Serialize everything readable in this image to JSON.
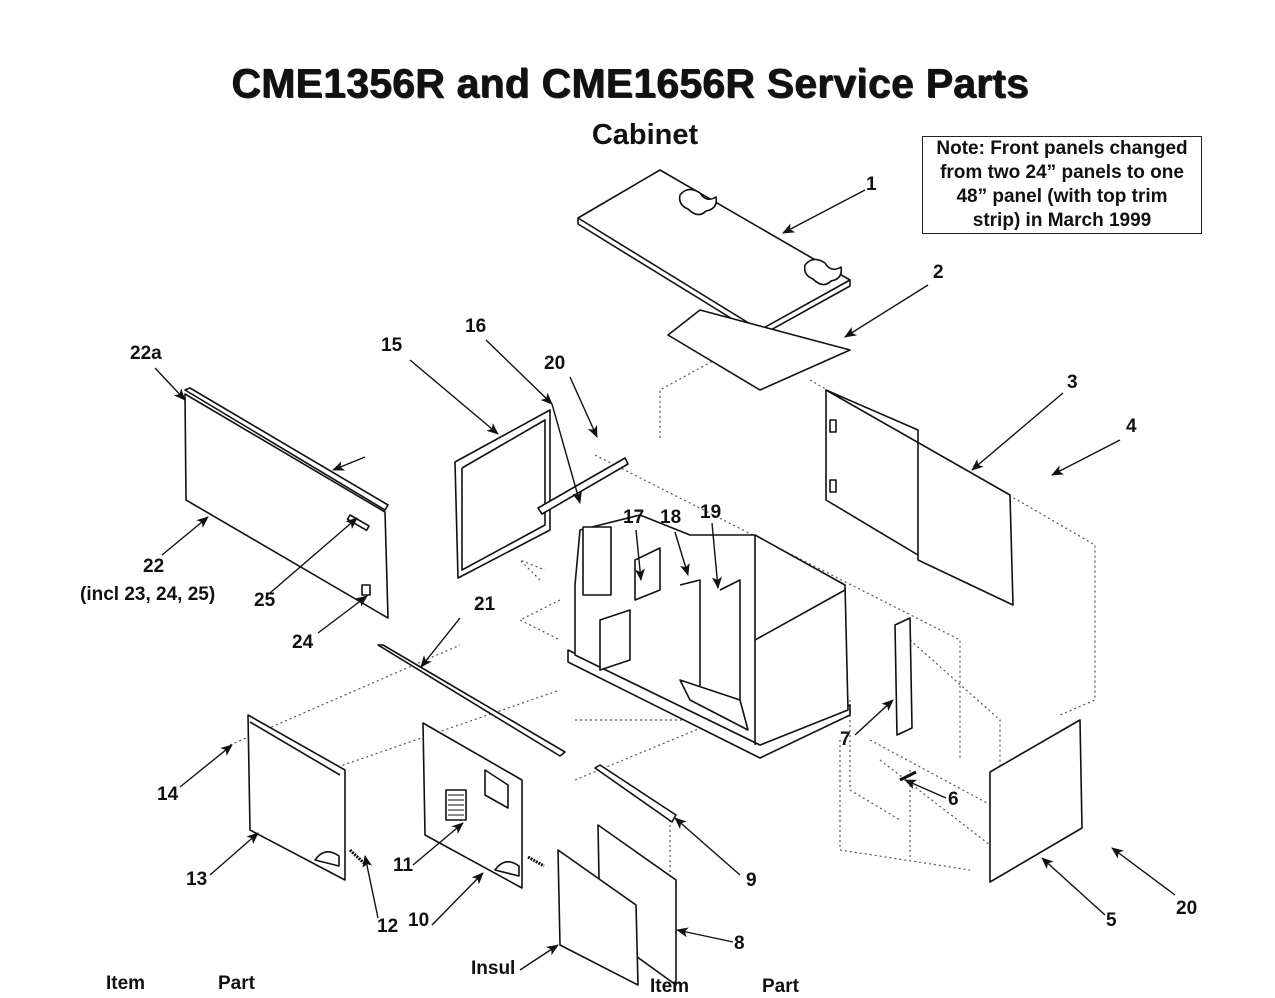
{
  "title": "CME1356R and CME1656R Service Parts",
  "subtitle": "Cabinet",
  "note": {
    "lines": [
      "Note: Front panels changed",
      "from two 24” panels to one",
      "48” panel (with top trim",
      "strip) in March 1999"
    ]
  },
  "callouts": {
    "c1": "1",
    "c2": "2",
    "c3": "3",
    "c4": "4",
    "c5": "5",
    "c6": "6",
    "c7": "7",
    "c8": "8",
    "c9": "9",
    "c10": "10",
    "c11": "11",
    "c12": "12",
    "c13": "13",
    "c14": "14",
    "c15": "15",
    "c16": "16",
    "c17": "17",
    "c18": "18",
    "c19": "19",
    "c20a": "20",
    "c20b": "20",
    "c21": "21",
    "c22": "22",
    "c22note": "(incl 23, 24, 25)",
    "c22a": "22a",
    "c24": "24",
    "c25": "25",
    "insul": "Insul"
  },
  "table_headers": {
    "left_item": "Item",
    "left_part": "Part",
    "right_item": "Item",
    "right_part": "Part"
  },
  "colors": {
    "line": "#111111",
    "dotted": "#555555",
    "panel_fill": "#ffffff"
  }
}
